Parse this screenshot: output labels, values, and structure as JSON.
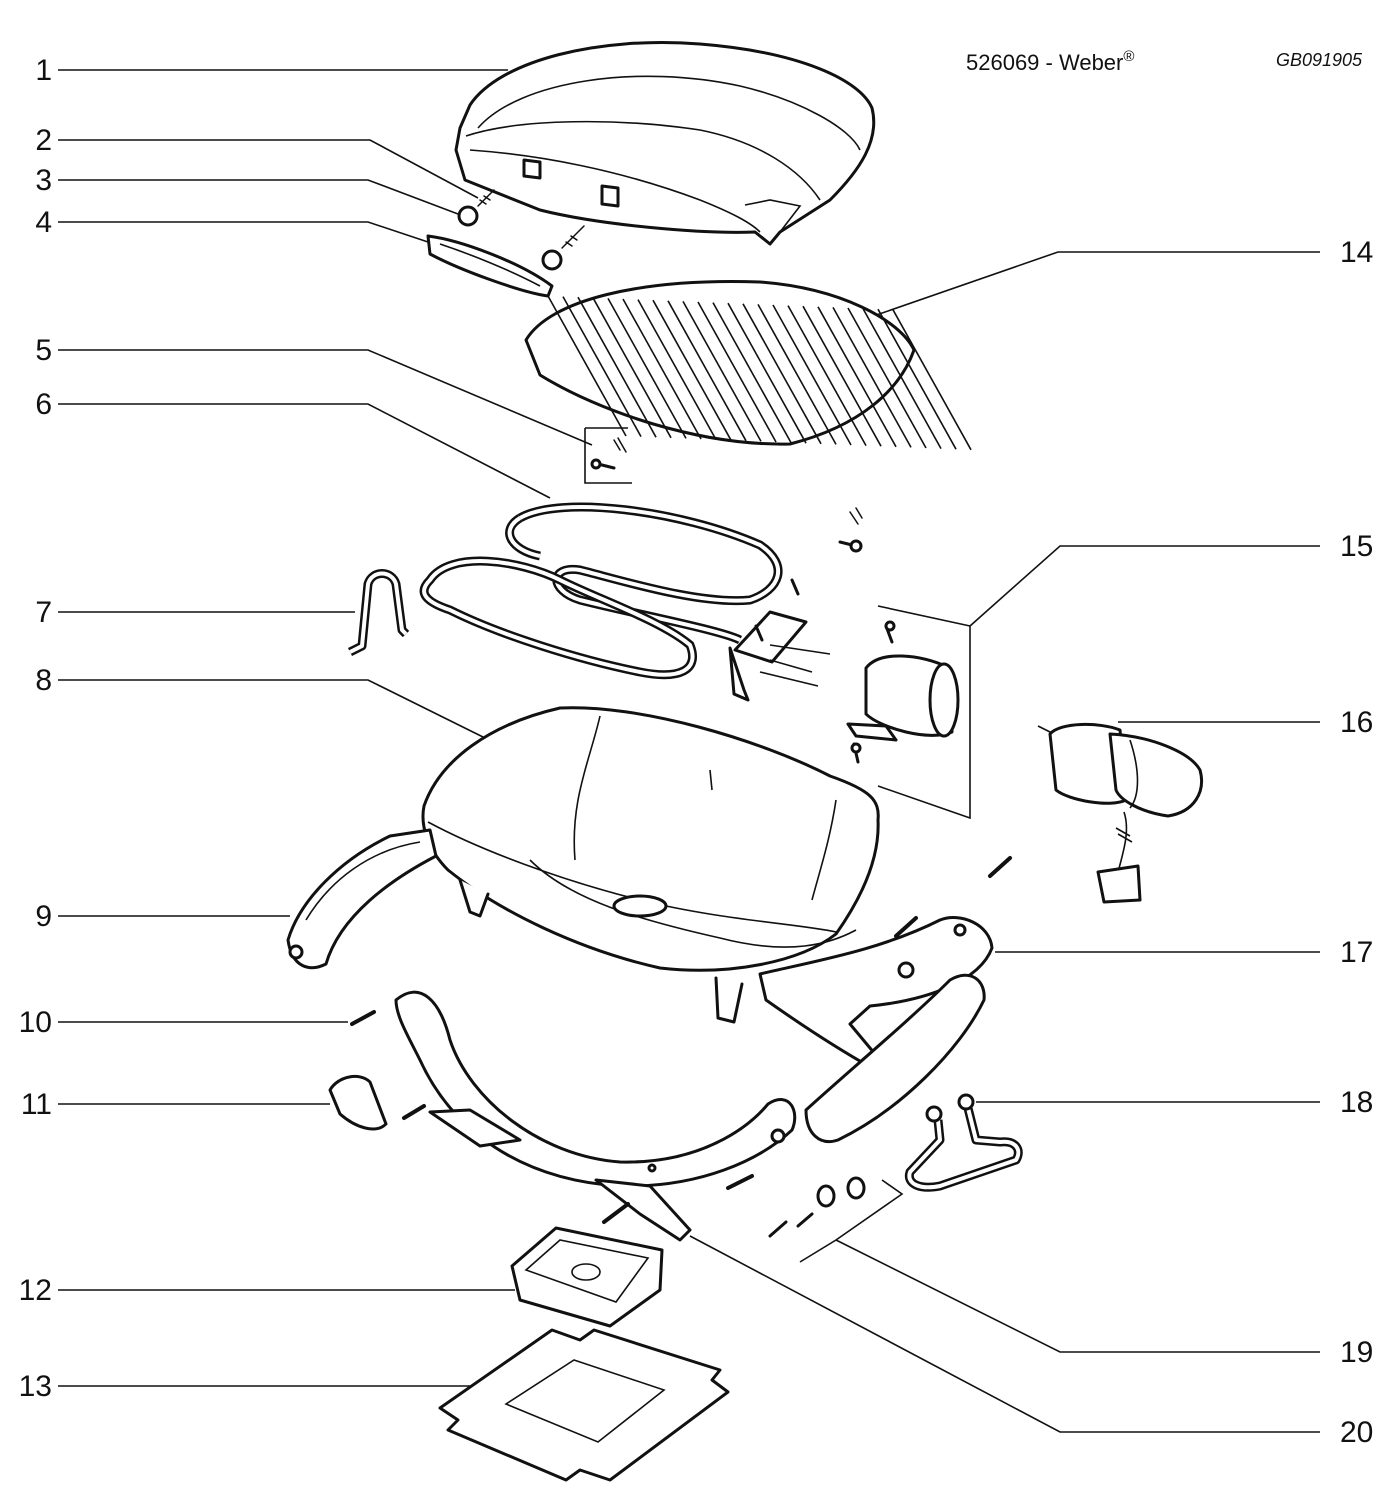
{
  "header": {
    "model_text": "526069 - Weber",
    "registered_mark": "®",
    "drawing_code": "GB091905"
  },
  "callouts": {
    "left": [
      "1",
      "2",
      "3",
      "4",
      "5",
      "6",
      "7",
      "8",
      "9",
      "10",
      "11",
      "12",
      "13"
    ],
    "right": [
      "14",
      "15",
      "16",
      "17",
      "18",
      "19",
      "20"
    ]
  }
}
